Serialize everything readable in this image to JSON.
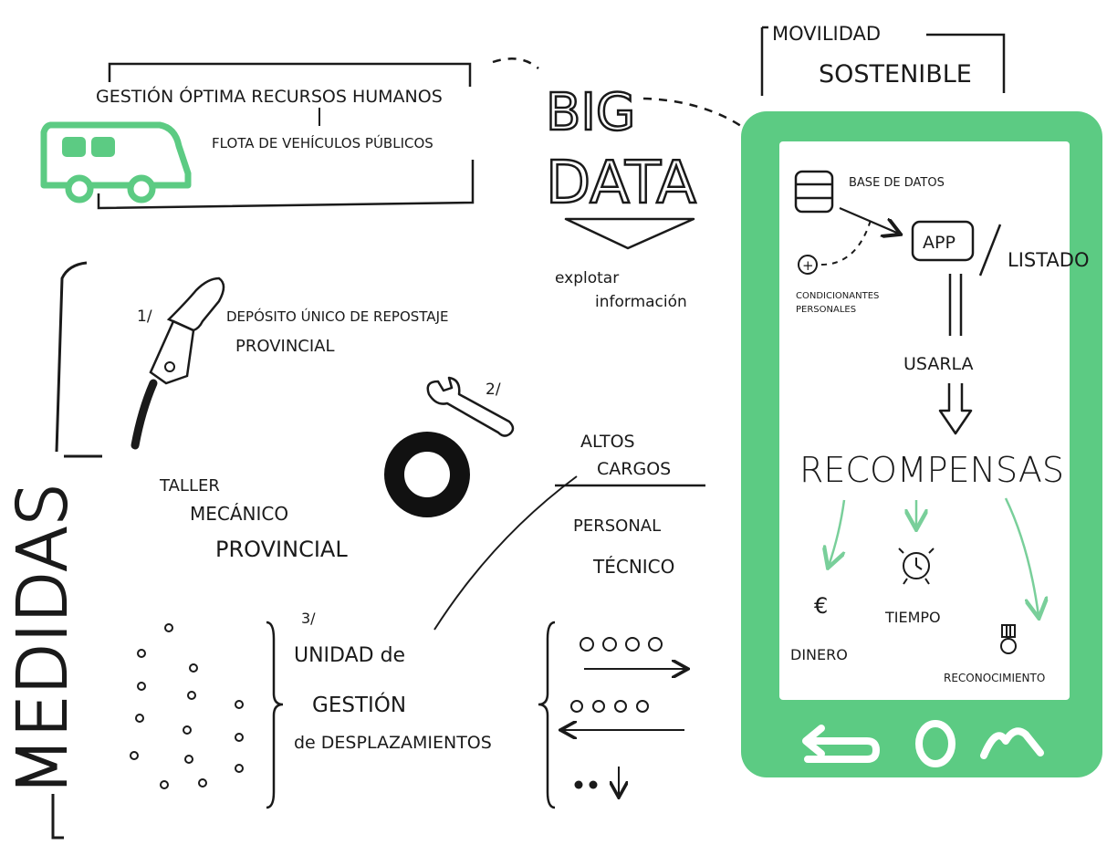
{
  "colors": {
    "accent_green": "#5ccb83",
    "ink": "#1a1a1a",
    "light_green_arrow": "#79cf9a"
  },
  "top": {
    "gestion_optima": "GESTIÓN ÓPTIMA RECURSOS HUMANOS",
    "flota": "FLOTA DE VEHÍCULOS PÚBLICOS",
    "big": "BIG",
    "data": "DATA",
    "explotar_1": "explotar",
    "explotar_2": "información"
  },
  "movilidad": {
    "line1": "MOVILIDAD",
    "line2": "SOSTENIBLE"
  },
  "medidas": {
    "title": "MEDIDAS"
  },
  "measure1": {
    "num": "1/",
    "line1": "DEPÓSITO ÚNICO DE REPOSTAJE",
    "line2": "PROVINCIAL"
  },
  "measure2": {
    "num": "2/",
    "line1": "TALLER",
    "line2": "MECÁNICO",
    "line3": "PROVINCIAL"
  },
  "measure3": {
    "num": "3/",
    "line1": "UNIDAD de",
    "line2": "GESTIÓN",
    "line3": "de DESPLAZAMIENTOS"
  },
  "cargos": {
    "altos": "ALTOS",
    "cargos": "CARGOS",
    "personal": "PERSONAL",
    "tecnico": "TÉCNICO"
  },
  "phone": {
    "base_datos": "BASE DE DATOS",
    "app": "APP",
    "listado": "LISTADO",
    "plus": "+",
    "condicionantes_1": "CONDICIONANTES",
    "condicionantes_2": "PERSONALES",
    "usarla": "USARLA",
    "recompensas": "RECOMPENSAS",
    "euro": "€",
    "dinero": "DINERO",
    "tiempo": "TIEMPO",
    "reconocimiento": "RECONOCIMIENTO"
  },
  "icons": [
    "bus-icon",
    "fuel-nozzle-icon",
    "wrench-icon",
    "tire-icon",
    "database-icon",
    "clock-icon",
    "medal-icon",
    "back-icon",
    "home-icon",
    "menu-icon"
  ]
}
